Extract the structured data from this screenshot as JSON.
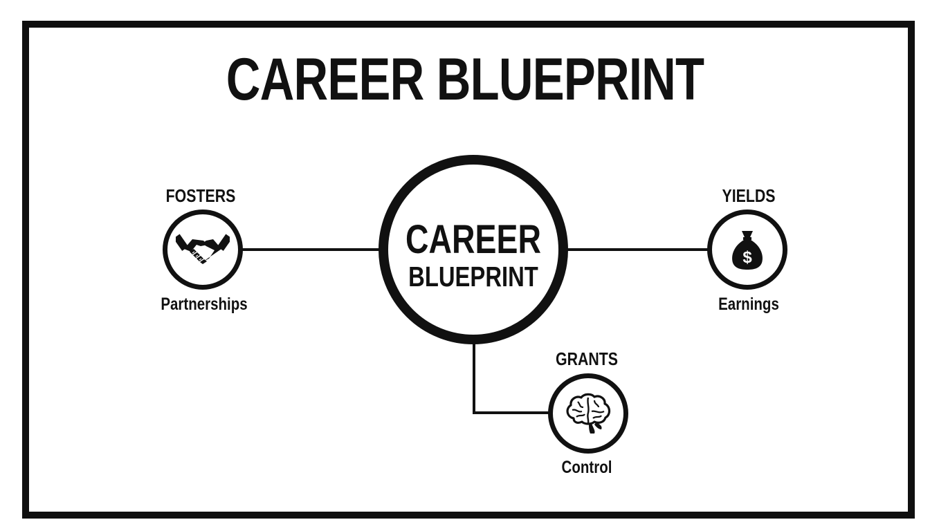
{
  "title": "CAREER BLUEPRINT",
  "hub": {
    "line1": "CAREER",
    "line2": "BLUEPRINT"
  },
  "nodes": [
    {
      "relation": "FOSTERS",
      "label": "Partnerships",
      "icon": "handshake-icon"
    },
    {
      "relation": "YIELDS",
      "label": "Earnings",
      "icon": "money-bag-icon"
    },
    {
      "relation": "GRANTS",
      "label": "Control",
      "icon": "brain-icon"
    }
  ],
  "money_symbol": "$"
}
